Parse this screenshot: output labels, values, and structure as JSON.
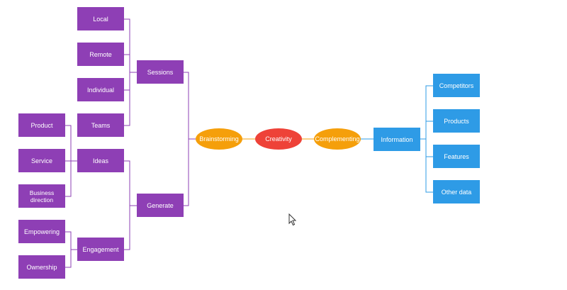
{
  "colors": {
    "purple": "#8e3fb5",
    "orange": "#f59f0b",
    "red": "#ee4238",
    "blue": "#2e9be6",
    "connector_purple": "#8e3fb5",
    "connector_blue": "#2e9be6"
  },
  "nodes": {
    "local": "Local",
    "remote": "Remote",
    "individual": "Individual",
    "teams": "Teams",
    "sessions": "Sessions",
    "product": "Product",
    "service": "Service",
    "business_direction": "Business direction",
    "ideas": "Ideas",
    "generate": "Generate",
    "empowering": "Empowering",
    "ownership": "Ownership",
    "engagement": "Engagement",
    "brainstorming": "Brainstorming",
    "creativity": "Creativity",
    "complementing": "Complementing",
    "information": "Information",
    "competitors": "Competitors",
    "products": "Products",
    "features": "Features",
    "other_data": "Other data"
  },
  "cursor_icon": "mouse-pointer-icon"
}
